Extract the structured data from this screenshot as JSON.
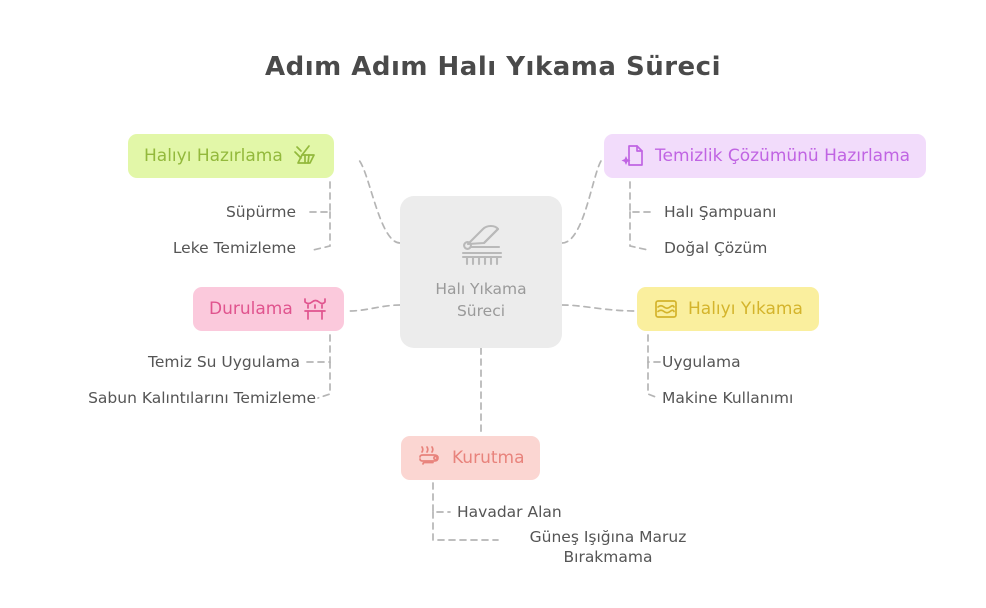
{
  "header": {
    "title": "Adım Adım Halı Yıkama Süreci"
  },
  "colors": {
    "background": "#ffffff",
    "title_text": "#4a4a4a",
    "connector": "#b5b5b5",
    "center_fill": "#ececec",
    "center_text": "#9a9a9a",
    "prepare_fill": "#e2f7a8",
    "prepare_text": "#93b93c",
    "solution_fill": "#f2dcfb",
    "solution_text": "#c064e3",
    "rinse_fill": "#fbc9dc",
    "rinse_text": "#e0548e",
    "wash_fill": "#faef9e",
    "wash_text": "#d4b42c",
    "dry_fill": "#fbd6d2",
    "dry_text": "#e8837c",
    "leaf_text": "#555555"
  },
  "mindmap": {
    "center": {
      "label": "Halı Yıkama\nSüreci",
      "icon": "carpet-cleaner-icon"
    },
    "branches": [
      {
        "id": "prepare",
        "label": "Halıyı Hazırlama",
        "icon": "broom-icon",
        "icon_side": "right",
        "children": [
          "Süpürme",
          "Leke Temizleme"
        ]
      },
      {
        "id": "solution",
        "label": "Temizlik Çözümünü Hazırlama",
        "icon": "sparkle-document-icon",
        "icon_side": "left",
        "children": [
          "Halı Şampuanı",
          "Doğal Çözüm"
        ]
      },
      {
        "id": "rinse",
        "label": "Durulama",
        "icon": "shower-icon",
        "icon_side": "right",
        "children": [
          "Temiz Su Uygulama",
          "Sabun Kalıntılarını Temizleme"
        ]
      },
      {
        "id": "wash",
        "label": "Halıyı Yıkama",
        "icon": "water-waves-icon",
        "icon_side": "left",
        "children": [
          "Uygulama",
          "Makine Kullanımı"
        ]
      },
      {
        "id": "dry",
        "label": "Kurutma",
        "icon": "steam-dry-icon",
        "icon_side": "left",
        "children": [
          "Havadar Alan",
          "Güneş Işığına Maruz Bırakmama"
        ]
      }
    ]
  }
}
